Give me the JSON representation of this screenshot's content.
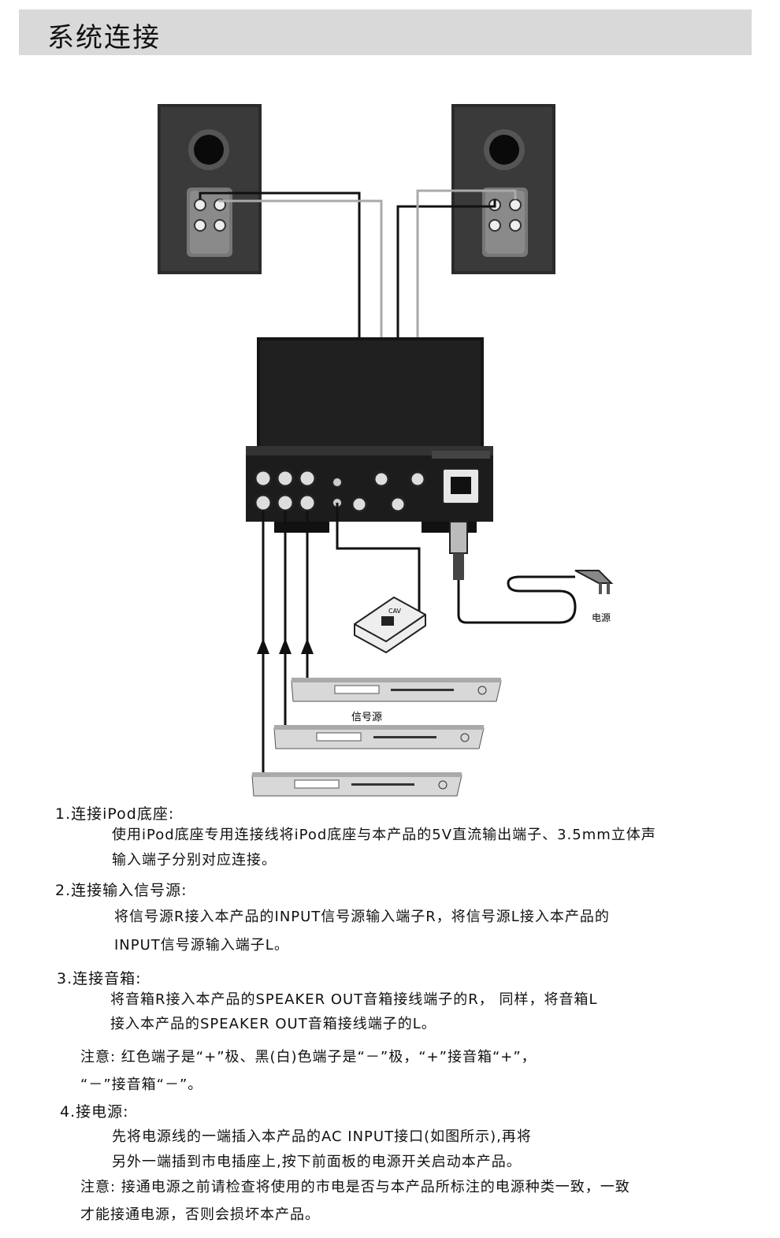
{
  "header": {
    "title": "系统连接"
  },
  "diagram": {
    "power_label": "电源",
    "source_label": "信号源",
    "dock_brand": "CAV"
  },
  "sections": [
    {
      "heading": "1.连接iPod底座:",
      "lines": [
        "使用iPod底座专用连接线将iPod底座与本产品的5V直流输出端子、3.5mm立体声",
        "输入端子分别对应连接。"
      ]
    },
    {
      "heading": "2.连接输入信号源:",
      "lines": [
        "将信号源R接入本产品的INPUT信号源输入端子R，将信号源L接入本产品的",
        "INPUT信号源输入端子L。"
      ]
    },
    {
      "heading": "3.连接音箱:",
      "lines": [
        "将音箱R接入本产品的SPEAKER OUT音箱接线端子的R， 同样，将音箱L",
        "接入本产品的SPEAKER OUT音箱接线端子的L。"
      ]
    },
    {
      "note": [
        "注意: 红色端子是“+”极、黑(白)色端子是“－”极，“+”接音箱“+”，",
        "“－”接音箱“－”。"
      ]
    },
    {
      "heading": "4.接电源:",
      "lines": [
        "先将电源线的一端插入本产品的AC INPUT接口(如图所示),再将",
        "另外一端插到市电插座上,按下前面板的电源开关启动本产品。"
      ],
      "note": [
        "注意: 接通电源之前请检查将使用的市电是否与本产品所标注的电源种类一致，一致",
        "才能接通电源，否则会损坏本产品。"
      ]
    }
  ]
}
